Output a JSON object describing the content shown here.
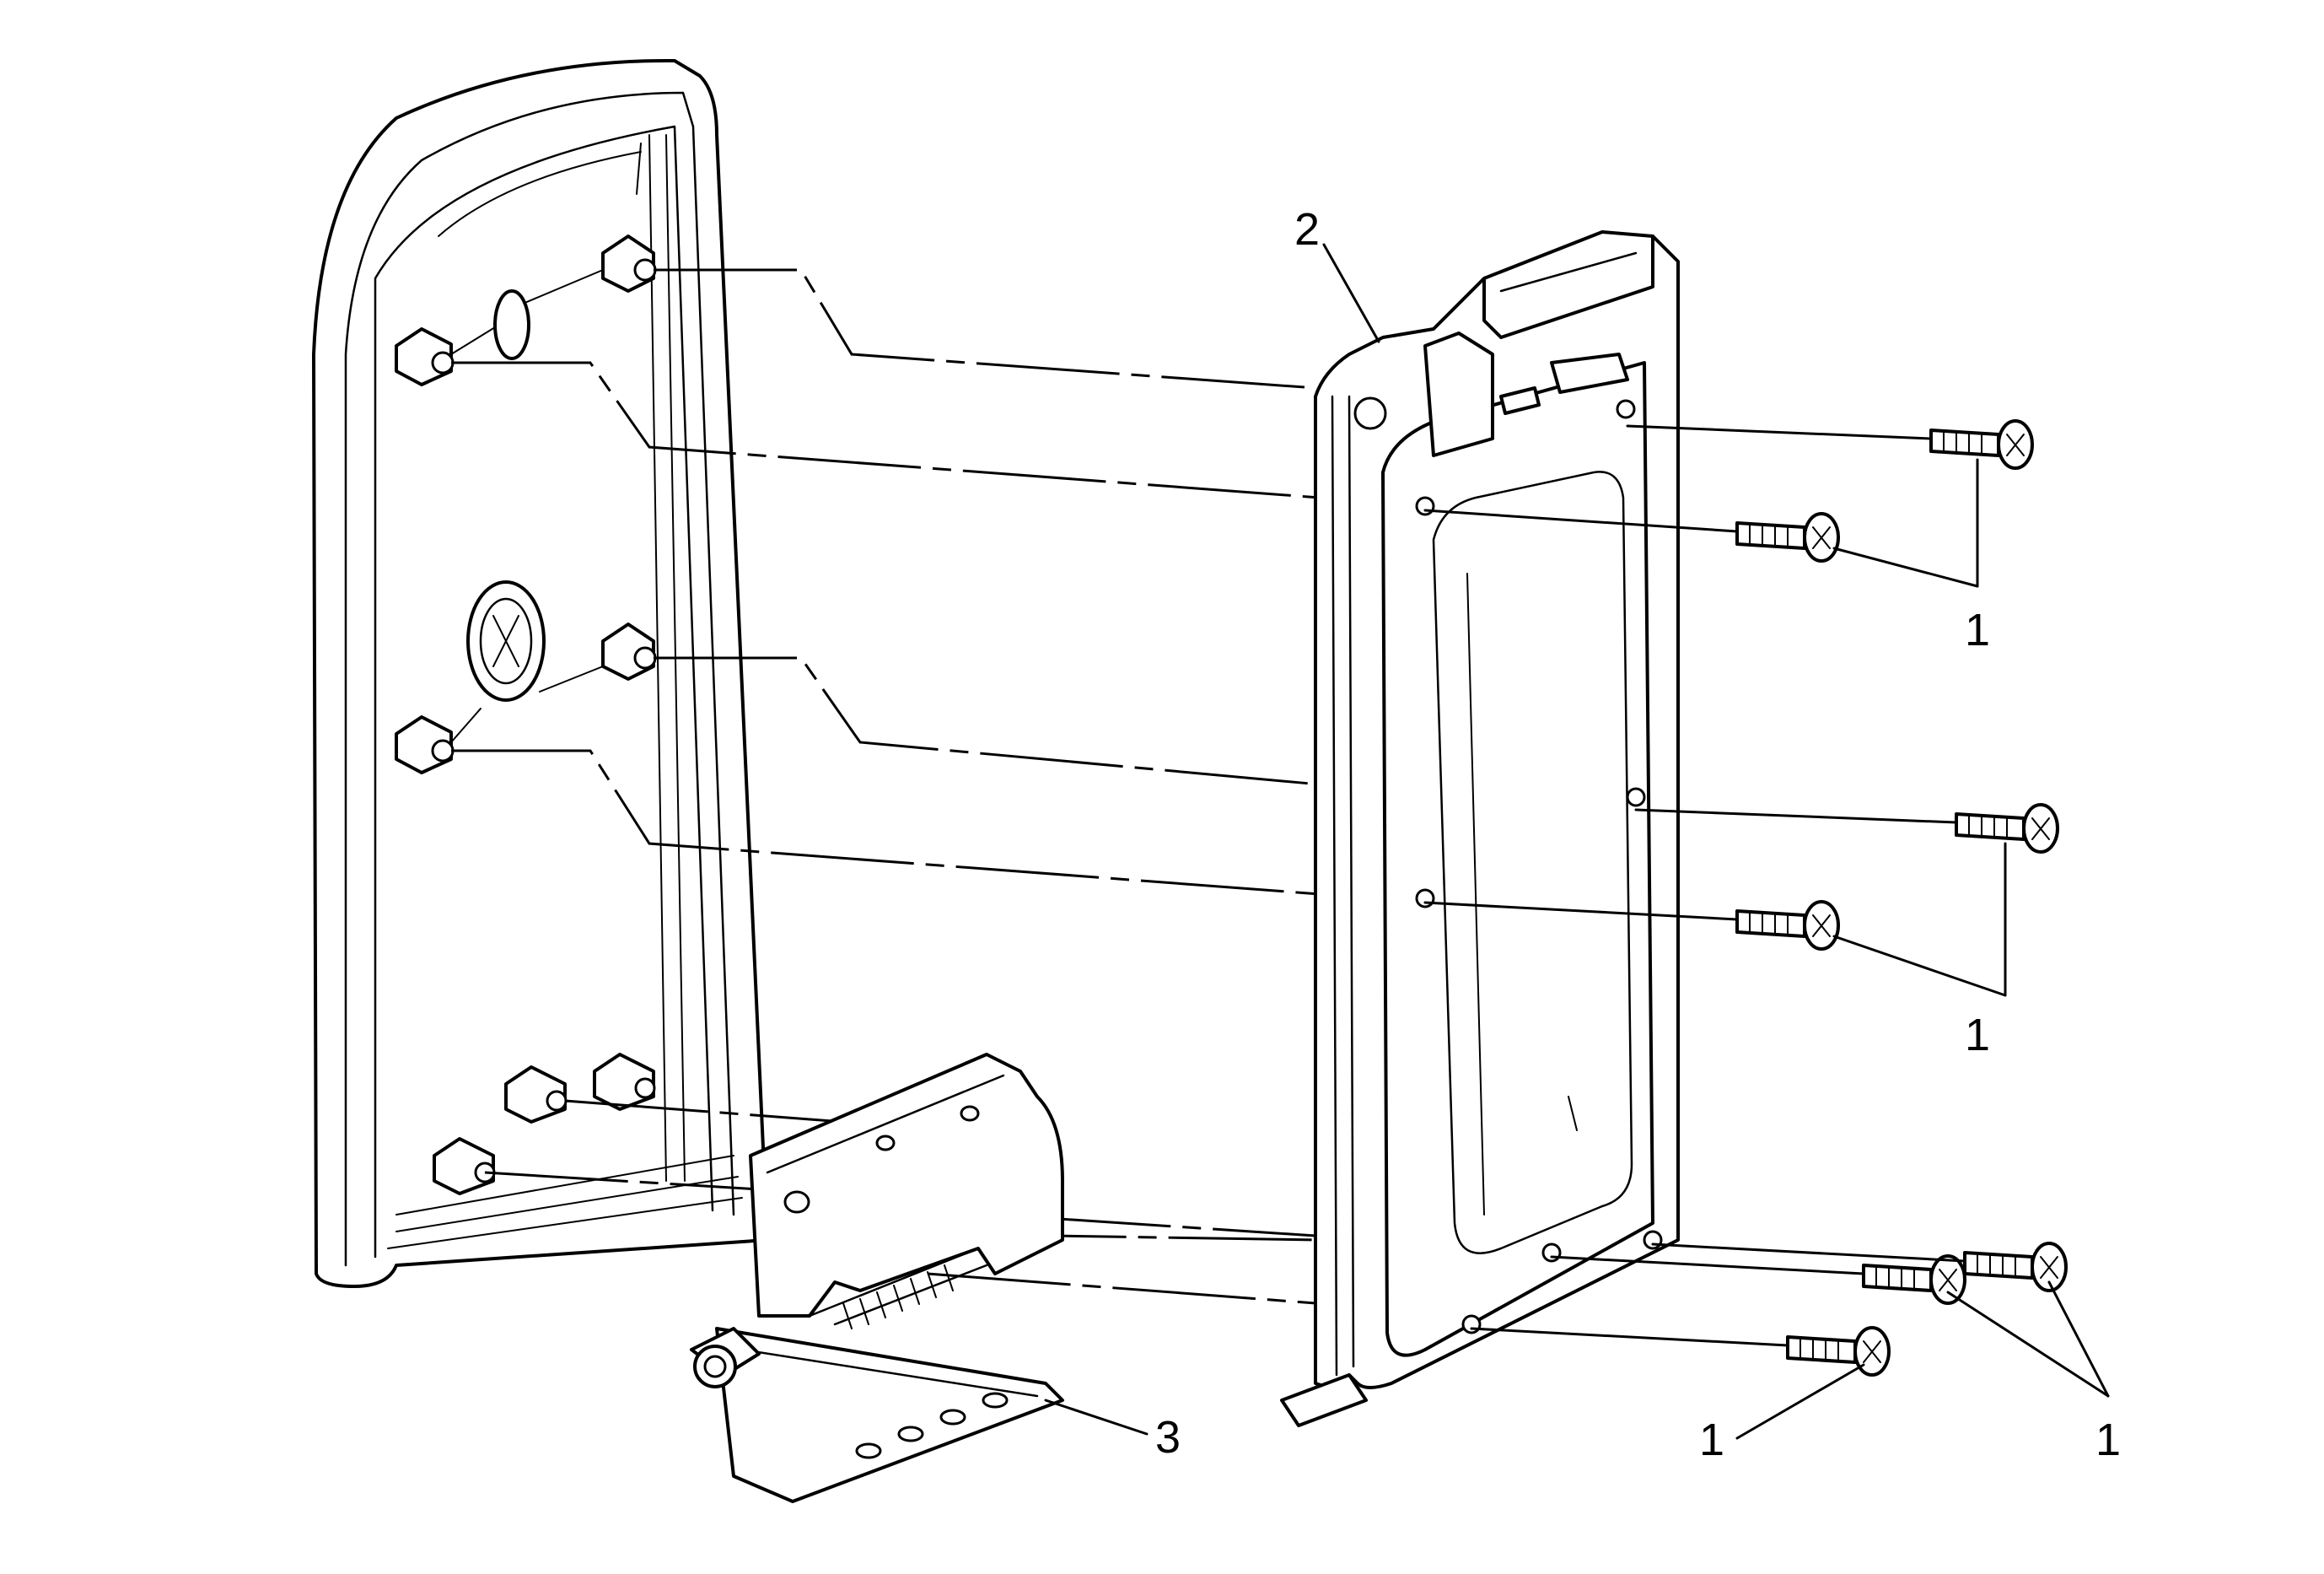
{
  "diagram": {
    "callouts": {
      "screw_a": "1",
      "screw_b": "1",
      "screw_c": "1",
      "screw_d": "1",
      "panel": "2",
      "hinge": "3"
    },
    "colors": {
      "line": "#000000",
      "background": "#ffffff"
    }
  }
}
